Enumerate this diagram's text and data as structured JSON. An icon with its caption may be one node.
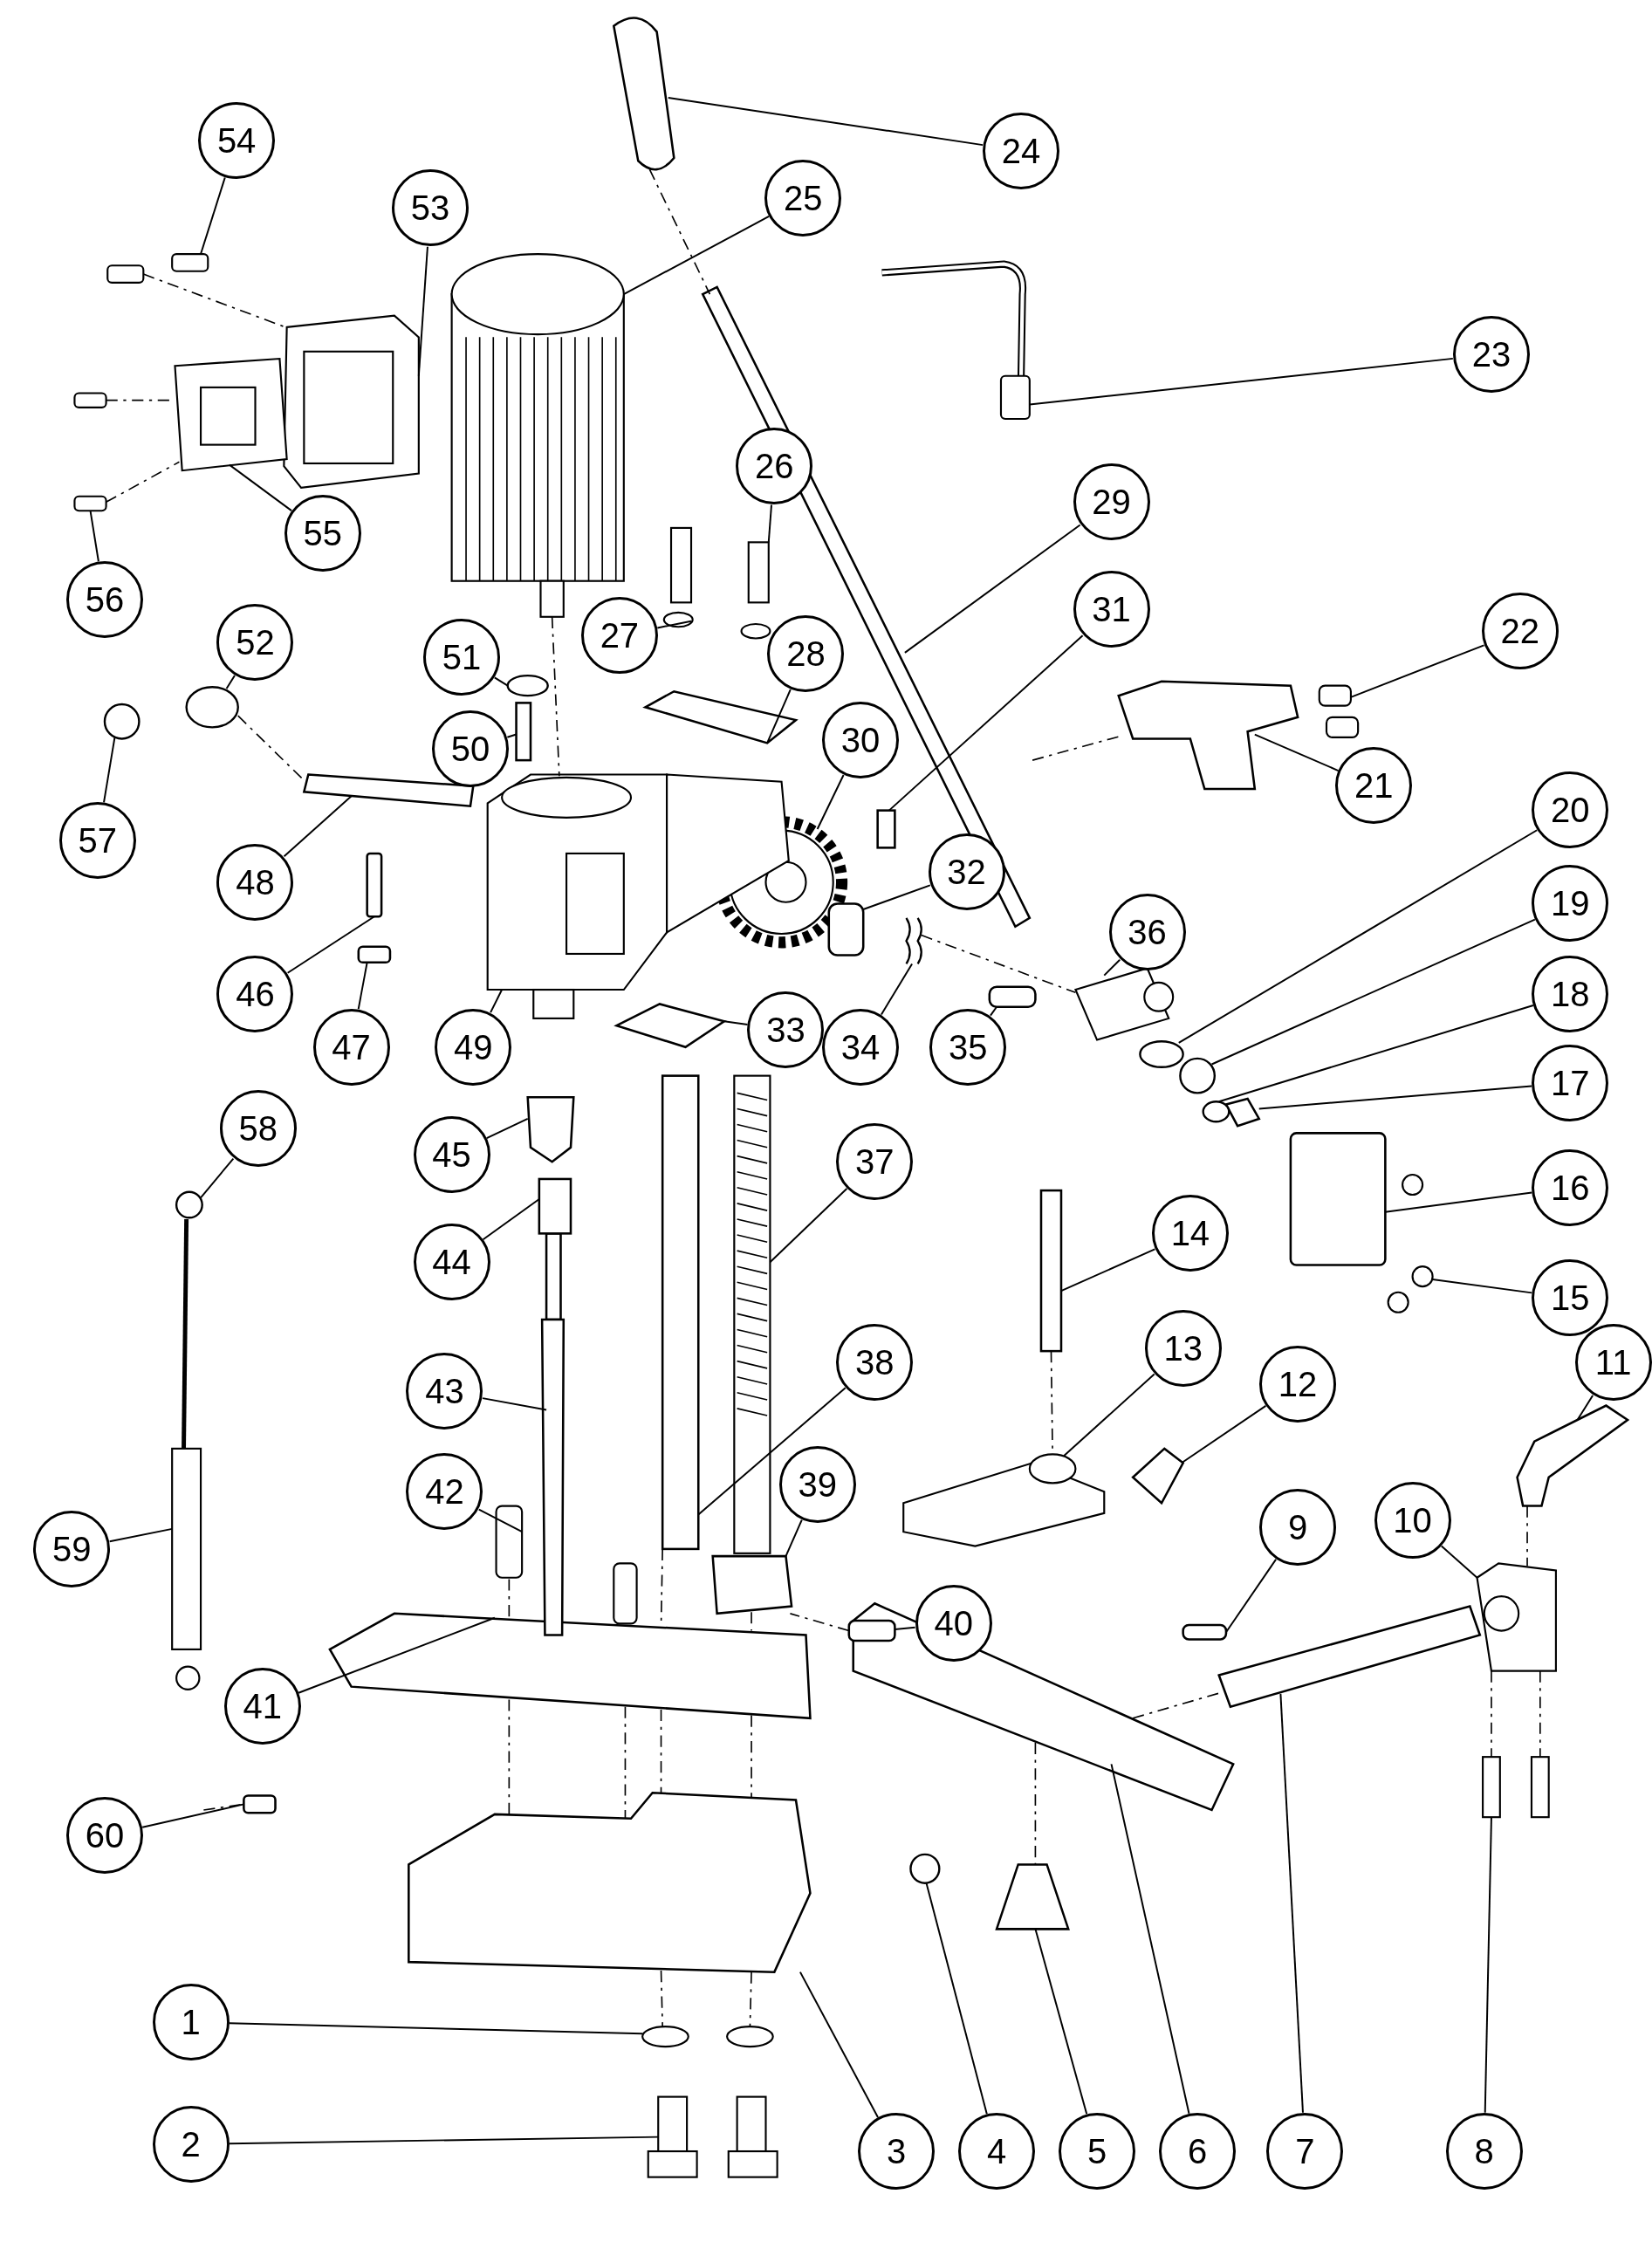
{
  "diagram": {
    "nodes": [
      {
        "text": [
          "1"
        ]
      },
      {
        "text": [
          "2"
        ]
      },
      {
        "text": [
          "3"
        ]
      },
      {
        "text": [
          "4"
        ]
      },
      {
        "text": [
          "5"
        ]
      },
      {
        "text": [
          "6"
        ]
      },
      {
        "text": [
          "7"
        ]
      },
      {
        "text": [
          "8"
        ]
      },
      {
        "text": [
          "9"
        ]
      },
      {
        "text": [
          "10"
        ]
      },
      {
        "text": [
          "11"
        ]
      },
      {
        "text": [
          "12"
        ]
      },
      {
        "text": [
          "13"
        ]
      },
      {
        "text": [
          "14"
        ]
      },
      {
        "text": [
          "15"
        ]
      },
      {
        "text": [
          "16"
        ]
      },
      {
        "text": [
          "17"
        ]
      },
      {
        "text": [
          "18"
        ]
      },
      {
        "text": [
          "19"
        ]
      },
      {
        "text": [
          "20"
        ]
      },
      {
        "text": [
          "21"
        ]
      },
      {
        "text": [
          "22"
        ]
      },
      {
        "text": [
          "23"
        ]
      },
      {
        "text": [
          "24"
        ]
      },
      {
        "text": [
          "25"
        ]
      },
      {
        "text": [
          "26"
        ]
      },
      {
        "text": [
          "27"
        ]
      },
      {
        "text": [
          "28"
        ]
      },
      {
        "text": [
          "29"
        ]
      },
      {
        "text": [
          "30"
        ]
      },
      {
        "text": [
          "31"
        ]
      },
      {
        "text": [
          "32"
        ]
      },
      {
        "text": [
          "33"
        ]
      },
      {
        "text": [
          "34"
        ]
      },
      {
        "text": [
          "35"
        ]
      },
      {
        "text": [
          "36"
        ]
      },
      {
        "text": [
          "37"
        ]
      },
      {
        "text": [
          "38"
        ]
      },
      {
        "text": [
          "39"
        ]
      },
      {
        "text": [
          "40"
        ]
      },
      {
        "text": [
          "41"
        ]
      },
      {
        "text": [
          "42"
        ]
      },
      {
        "text": [
          "43"
        ]
      },
      {
        "text": [
          "44"
        ]
      },
      {
        "text": [
          "45"
        ]
      },
      {
        "text": [
          "46"
        ]
      },
      {
        "text": [
          "47"
        ]
      },
      {
        "text": [
          "48"
        ]
      },
      {
        "text": [
          "49"
        ]
      },
      {
        "text": [
          "50"
        ]
      },
      {
        "text": [
          "51"
        ]
      },
      {
        "text": [
          "52"
        ]
      },
      {
        "text": [
          "53"
        ]
      },
      {
        "text": [
          "54"
        ]
      },
      {
        "text": [
          "55"
        ]
      },
      {
        "text": [
          "56"
        ]
      },
      {
        "text": [
          "57"
        ]
      },
      {
        "text": [
          "58"
        ]
      },
      {
        "text": [
          "59"
        ]
      },
      {
        "text": [
          "60"
        ]
      },
      {
        "text": [],
        "shape": "picture"
      },
      {
        "text": [],
        "shape": "picture"
      },
      {
        "text": [],
        "shape": "box"
      },
      {
        "text": [],
        "shape": "circle"
      },
      {
        "text": [],
        "shape": "box"
      },
      {
        "text": [],
        "shape": "box"
      },
      {
        "text": [],
        "shape": "box"
      },
      {
        "text": [],
        "shape": "picture"
      },
      {
        "text": [],
        "shape": "box"
      },
      {
        "text": [],
        "shape": "picture"
      },
      {
        "text": [],
        "shape": "box"
      },
      {
        "text": [],
        "shape": "box"
      },
      {
        "text": [],
        "shape": "picture"
      },
      {
        "text": [],
        "shape": "box"
      },
      {
        "text": [],
        "shape": "picture"
      },
      {
        "text": [],
        "shape": "box"
      },
      {
        "text": [],
        "shape": "box"
      },
      {
        "text": [],
        "shape": "circle"
      },
      {
        "text": [],
        "shape": "circle"
      },
      {
        "text": [],
        "shape": "circle"
      },
      {
        "text": [],
        "shape": "box"
      },
      {
        "text": [],
        "shape": "picture"
      },
      {
        "text": [],
        "shape": "picture"
      },
      {
        "text": [],
        "shape": "box"
      },
      {
        "text": [],
        "shape": "picture"
      },
      {
        "text": [],
        "shape": "picture"
      },
      {
        "text": [],
        "shape": "picture"
      },
      {
        "text": [],
        "shape": "box"
      },
      {
        "text": [],
        "shape": "box"
      },
      {
        "text": [],
        "shape": "picture"
      },
      {
        "text": [],
        "shape": "box"
      },
      {
        "text": [],
        "shape": "box"
      },
      {
        "text": [],
        "shape": "box"
      },
      {
        "text": [],
        "shape": "picture"
      },
      {
        "text": [],
        "shape": "box"
      },
      {
        "text": [],
        "shape": "picture"
      },
      {
        "text": [],
        "shape": "picture"
      },
      {
        "text": [],
        "shape": "box"
      },
      {
        "text": [],
        "shape": "box"
      },
      {
        "text": [],
        "shape": "box"
      },
      {
        "text": [],
        "shape": "box"
      },
      {
        "text": [],
        "shape": "picture"
      },
      {
        "text": [],
        "shape": "box"
      },
      {
        "text": [],
        "shape": "box"
      },
      {
        "text": [],
        "shape": "box"
      },
      {
        "text": [],
        "shape": "box"
      },
      {
        "text": [],
        "shape": "box"
      },
      {
        "text": [],
        "shape": "box"
      },
      {
        "text": [],
        "shape": "picture"
      },
      {
        "text": [],
        "shape": "box"
      },
      {
        "text": [],
        "shape": "circle"
      },
      {
        "text": [],
        "shape": "circle"
      },
      {
        "text": [],
        "shape": "picture"
      },
      {
        "text": [],
        "shape": "picture"
      },
      {
        "text": [],
        "shape": "picture"
      },
      {
        "text": [],
        "shape": "picture"
      },
      {
        "text": [],
        "shape": "circle"
      },
      {
        "text": [],
        "shape": "circle"
      },
      {
        "text": [],
        "shape": "picture"
      },
      {
        "text": [],
        "shape": "box"
      }
    ],
    "edges": [
      {
        "from": 0,
        "to": 60,
        "arrow": "none"
      },
      {
        "from": 1,
        "to": 61,
        "arrow": "none"
      },
      {
        "from": 2,
        "to": 62,
        "arrow": "none"
      },
      {
        "from": 3,
        "to": 63,
        "arrow": "none"
      },
      {
        "from": 4,
        "to": 64,
        "arrow": "none"
      },
      {
        "from": 5,
        "to": 65,
        "arrow": "none"
      },
      {
        "from": 6,
        "to": 66,
        "arrow": "none"
      },
      {
        "from": 7,
        "to": 67,
        "arrow": "none"
      },
      {
        "from": 8,
        "to": 68,
        "arrow": "none"
      },
      {
        "from": 9,
        "to": 69,
        "arrow": "none"
      },
      {
        "from": 10,
        "to": 70,
        "arrow": "none"
      },
      {
        "from": 11,
        "to": 71,
        "arrow": "none"
      },
      {
        "from": 12,
        "to": 72,
        "arrow": "none"
      },
      {
        "from": 13,
        "to": 73,
        "arrow": "none"
      },
      {
        "from": 14,
        "to": 74,
        "arrow": "none"
      },
      {
        "from": 15,
        "to": 75,
        "arrow": "none"
      },
      {
        "from": 16,
        "to": 76,
        "arrow": "none"
      },
      {
        "from": 17,
        "to": 77,
        "arrow": "none"
      },
      {
        "from": 18,
        "to": 78,
        "arrow": "none"
      },
      {
        "from": 19,
        "to": 79,
        "arrow": "none"
      },
      {
        "from": 20,
        "to": 80,
        "arrow": "none"
      },
      {
        "from": 21,
        "to": 81,
        "arrow": "none"
      },
      {
        "from": 22,
        "to": 82,
        "arrow": "none"
      },
      {
        "from": 23,
        "to": 83,
        "arrow": "none"
      },
      {
        "from": 24,
        "to": 84,
        "arrow": "none"
      },
      {
        "from": 25,
        "to": 85,
        "arrow": "none"
      },
      {
        "from": 26,
        "to": 86,
        "arrow": "none"
      },
      {
        "from": 27,
        "to": 87,
        "arrow": "none"
      },
      {
        "from": 28,
        "to": 88,
        "arrow": "none"
      },
      {
        "from": 29,
        "to": 89,
        "arrow": "none"
      },
      {
        "from": 30,
        "to": 90,
        "arrow": "none"
      },
      {
        "from": 31,
        "to": 91,
        "arrow": "none"
      },
      {
        "from": 32,
        "to": 92,
        "arrow": "none"
      },
      {
        "from": 33,
        "to": 93,
        "arrow": "none"
      },
      {
        "from": 34,
        "to": 94,
        "arrow": "none"
      },
      {
        "from": 35,
        "to": 95,
        "arrow": "none"
      },
      {
        "from": 36,
        "to": 96,
        "arrow": "none"
      },
      {
        "from": 37,
        "to": 97,
        "arrow": "none"
      },
      {
        "from": 38,
        "to": 98,
        "arrow": "none"
      },
      {
        "from": 39,
        "to": 99,
        "arrow": "none"
      },
      {
        "from": 40,
        "to": 100,
        "arrow": "none"
      },
      {
        "from": 41,
        "to": 101,
        "arrow": "none"
      },
      {
        "from": 42,
        "to": 102,
        "arrow": "none"
      },
      {
        "from": 43,
        "to": 103,
        "arrow": "none"
      },
      {
        "from": 44,
        "to": 104,
        "arrow": "none"
      },
      {
        "from": 45,
        "to": 105,
        "arrow": "none"
      },
      {
        "from": 46,
        "to": 106,
        "arrow": "none"
      },
      {
        "from": 47,
        "to": 107,
        "arrow": "none"
      },
      {
        "from": 48,
        "to": 108,
        "arrow": "none"
      },
      {
        "from": 49,
        "to": 109,
        "arrow": "none"
      },
      {
        "from": 50,
        "to": 110,
        "arrow": "none"
      },
      {
        "from": 51,
        "to": 111,
        "arrow": "none"
      },
      {
        "from": 52,
        "to": 112,
        "arrow": "none"
      },
      {
        "from": 53,
        "to": 113,
        "arrow": "none"
      },
      {
        "from": 54,
        "to": 114,
        "arrow": "none"
      },
      {
        "from": 55,
        "to": 115,
        "arrow": "none"
      },
      {
        "from": 56,
        "to": 116,
        "arrow": "none"
      },
      {
        "from": 57,
        "to": 117,
        "arrow": "none"
      },
      {
        "from": 58,
        "to": 118,
        "arrow": "none"
      },
      {
        "from": 59,
        "to": 119,
        "arrow": "none"
      },
      {
        "from": 83,
        "to": 88,
        "arrow": "none",
        "style": "dashed"
      },
      {
        "from": 84,
        "to": 108,
        "arrow": "none",
        "style": "dashed"
      },
      {
        "from": 113,
        "to": 112,
        "arrow": "none",
        "style": "dashed"
      },
      {
        "from": 115,
        "to": 114,
        "arrow": "none",
        "style": "dashed"
      },
      {
        "from": 115,
        "to": 114,
        "arrow": "none",
        "style": "dashed"
      },
      {
        "from": 111,
        "to": 107,
        "arrow": "none",
        "style": "dashed"
      },
      {
        "from": null,
        "to": 80,
        "arrow": "none",
        "style": "dashed"
      },
      {
        "from": 93,
        "to": 95,
        "arrow": "none",
        "style": "dashed"
      },
      {
        "from": 97,
        "to": 100,
        "arrow": "none",
        "style": "dashed"
      },
      {
        "from": 100,
        "to": 62,
        "arrow": "none",
        "style": "dashed"
      },
      {
        "from": 62,
        "to": 60,
        "arrow": "none",
        "style": "dashed"
      },
      {
        "from": 98,
        "to": 100,
        "arrow": "none",
        "style": "dashed"
      },
      {
        "from": 100,
        "to": 62,
        "arrow": "none",
        "style": "dashed"
      },
      {
        "from": 62,
        "to": 60,
        "arrow": "none",
        "style": "dashed"
      },
      {
        "from": 101,
        "to": 100,
        "arrow": "none",
        "style": "dashed"
      },
      {
        "from": 100,
        "to": 62,
        "arrow": "none",
        "style": "dashed"
      },
      {
        "from": 100,
        "to": 62,
        "arrow": "none",
        "style": "dashed"
      },
      {
        "from": 73,
        "to": 72,
        "arrow": "none",
        "style": "dashed"
      },
      {
        "from": 70,
        "to": 69,
        "arrow": "none",
        "style": "dashed"
      },
      {
        "from": 99,
        "to": 98,
        "arrow": "none",
        "style": "dashed"
      },
      {
        "from": 65,
        "to": 66,
        "arrow": "none",
        "style": "dashed"
      },
      {
        "from": 65,
        "to": 64,
        "arrow": "none",
        "style": "dashed"
      },
      {
        "from": 69,
        "to": 67,
        "arrow": "none",
        "style": "dashed"
      },
      {
        "from": 69,
        "to": 67,
        "arrow": "none",
        "style": "dashed"
      },
      {
        "from": null,
        "to": 119,
        "arrow": "none",
        "style": "dashed"
      }
    ]
  }
}
